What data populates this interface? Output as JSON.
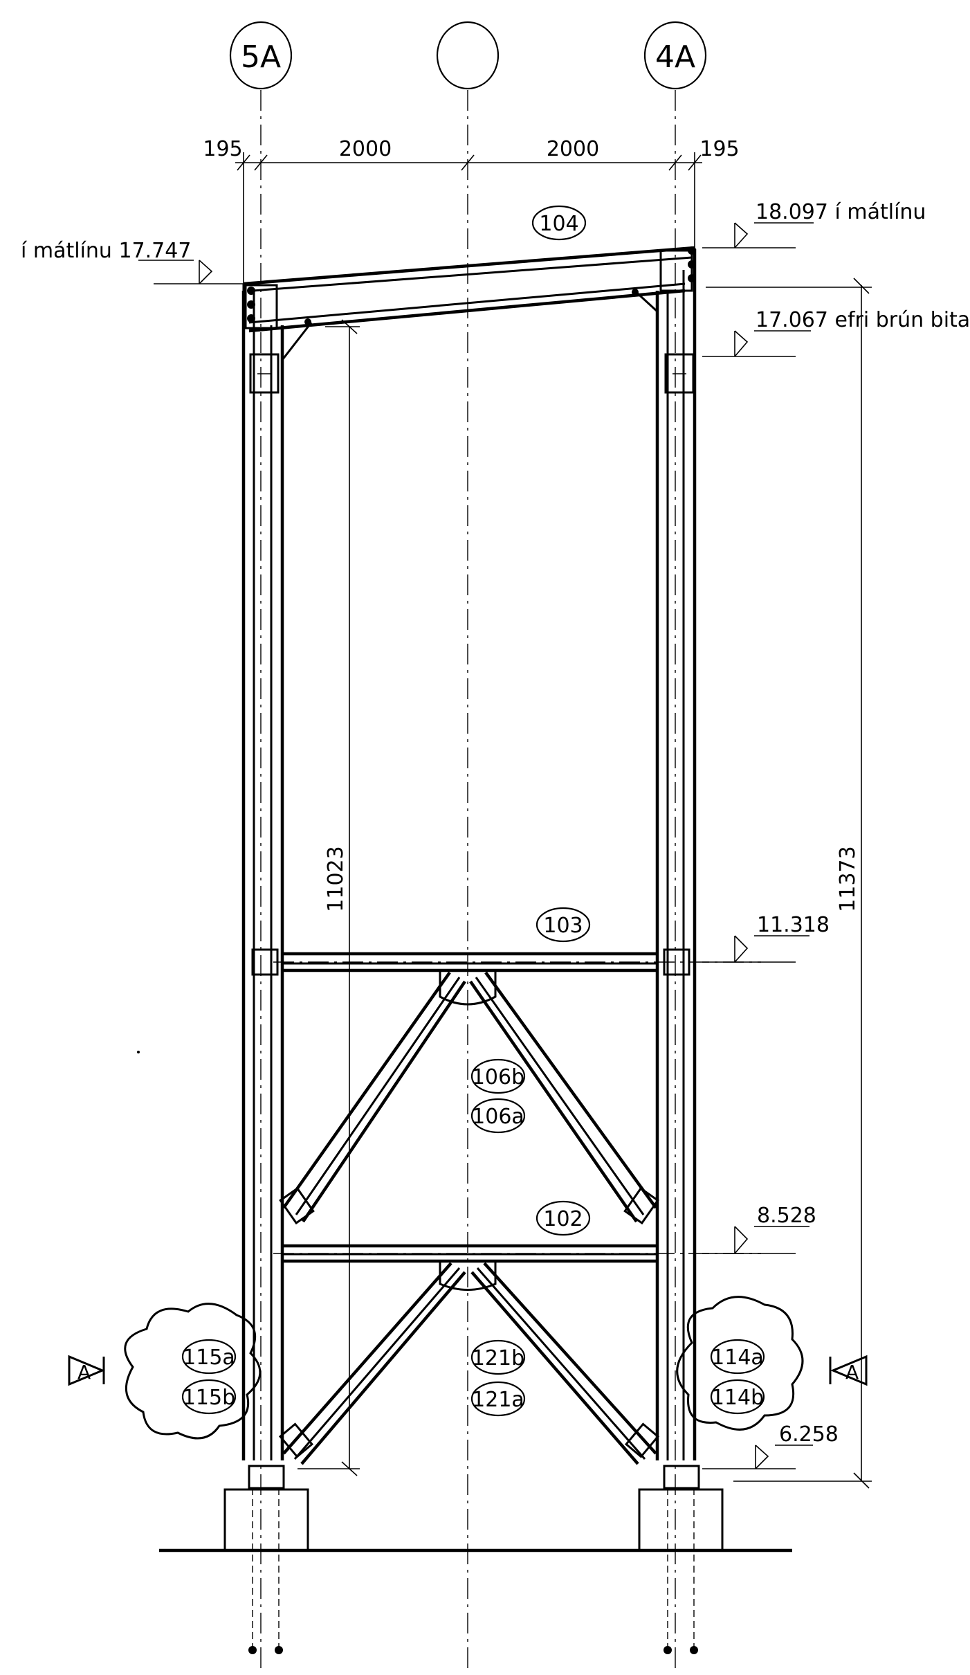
{
  "grid_labels": {
    "left": "5A",
    "middle": "",
    "right": "4A"
  },
  "dimensions": {
    "top_left_offset": "195",
    "top_left_span": "2000",
    "top_right_span": "2000",
    "top_right_offset": "195",
    "left_vertical": "11023",
    "right_vertical": "11373"
  },
  "elevations": {
    "left_roof": "í mátlínu 17.747",
    "right_roof": "18.097 í mátlínu",
    "right_beam_top": "17.067 efri brún bita",
    "level_103": "11.318",
    "level_102": "8.528",
    "base": "6.258"
  },
  "member_tags": {
    "roof_beam": "104",
    "beam_upper": "103",
    "beam_lower": "102",
    "brace_upper_b": "106b",
    "brace_upper_a": "106a",
    "brace_lower_b": "121b",
    "brace_lower_a": "121a",
    "left_col_a": "115a",
    "left_col_b": "115b",
    "right_col_a": "114a",
    "right_col_b": "114b"
  },
  "section_marks": {
    "left": "A",
    "right": "A"
  }
}
